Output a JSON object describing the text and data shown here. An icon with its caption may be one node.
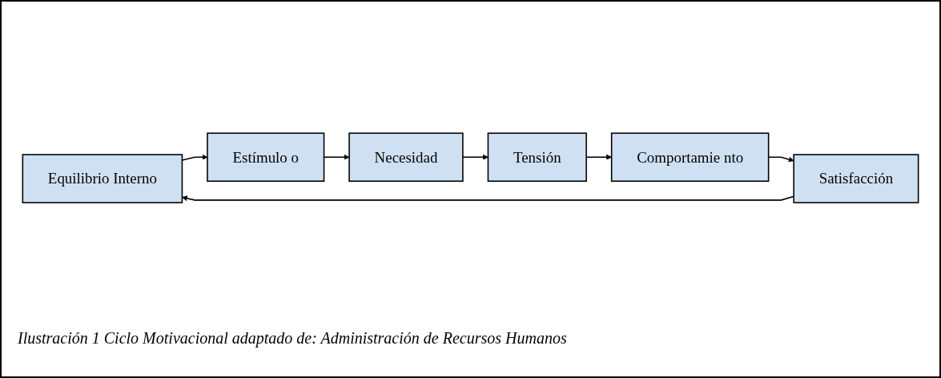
{
  "diagram": {
    "caption": "Ilustración 1 Ciclo Motivacional adaptado de: Administración de Recursos Humanos",
    "nodes": [
      {
        "text": [
          "Equilibrio Interno"
        ]
      },
      {
        "text": [
          "Estímulo o"
        ]
      },
      {
        "text": [
          "Necesidad"
        ]
      },
      {
        "text": [
          "Tensión"
        ]
      },
      {
        "text": [
          "Comportamie nto"
        ]
      },
      {
        "text": [
          "Satisfacción"
        ]
      }
    ],
    "edges": [
      {
        "from": 0,
        "to": 1,
        "arrow": "to"
      },
      {
        "from": 1,
        "to": 2,
        "arrow": "to"
      },
      {
        "from": 2,
        "to": 3,
        "arrow": "to"
      },
      {
        "from": 3,
        "to": 4,
        "arrow": "to"
      },
      {
        "from": 4,
        "to": 5,
        "arrow": "to"
      },
      {
        "from": 5,
        "to": 0,
        "arrow": "to"
      }
    ]
  }
}
